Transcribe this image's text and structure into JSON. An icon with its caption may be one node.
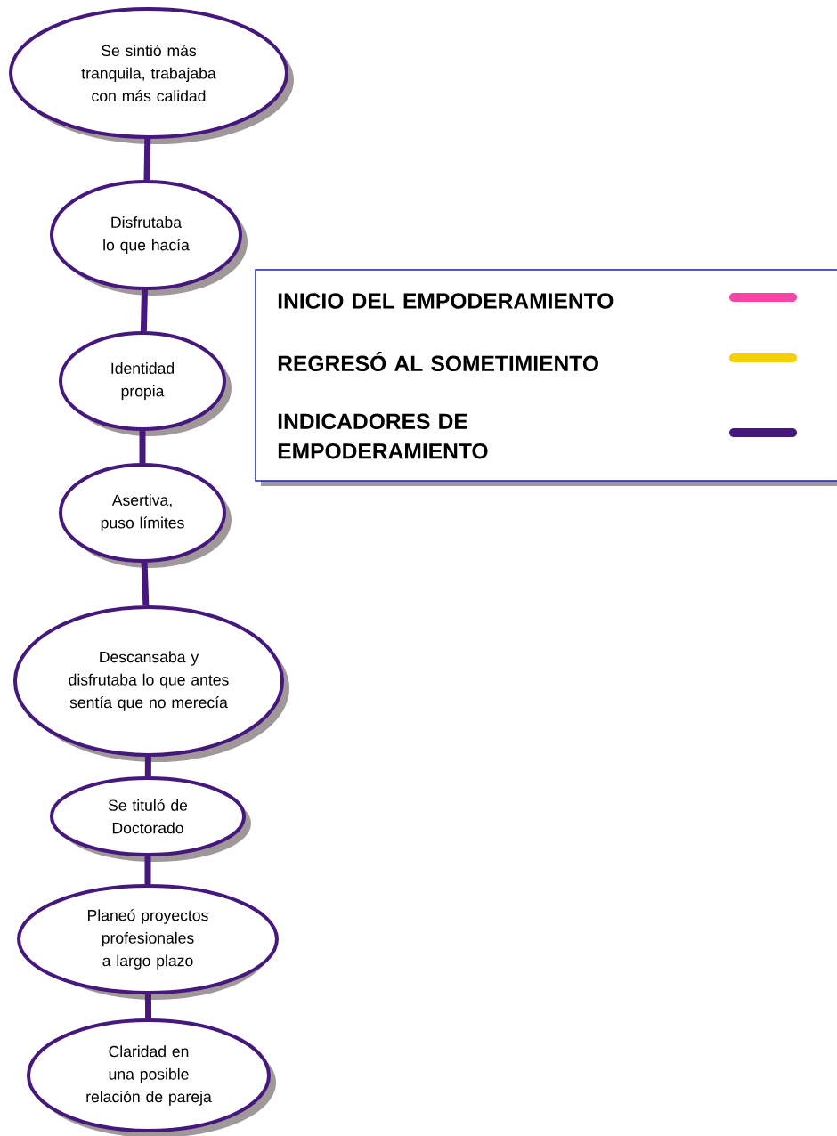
{
  "diagram": {
    "nodes": [
      {
        "text": [
          "Se sintió más tranquila, trabajaba con más calidad"
        ]
      },
      {
        "text": [
          "Disfrutaba lo que hacía"
        ]
      },
      {
        "text": [
          "Identidad propia"
        ]
      },
      {
        "text": [
          "Asertiva, puso límites"
        ]
      },
      {
        "text": [
          "Descansaba y disfrutaba lo que antes sentía que no merecía"
        ]
      },
      {
        "text": [
          "Se tituló de Doctorado"
        ]
      },
      {
        "text": [
          "Planeó proyectos profesionales a largo plazo"
        ]
      },
      {
        "text": [
          "Claridad en una posible relación de pareja"
        ]
      }
    ],
    "edges": [
      {
        "from": 0,
        "to": 1,
        "arrow": "none"
      },
      {
        "from": 1,
        "to": 2,
        "arrow": "none"
      },
      {
        "from": 2,
        "to": 3,
        "arrow": "none"
      },
      {
        "from": 3,
        "to": 4,
        "arrow": "none"
      },
      {
        "from": 4,
        "to": 5,
        "arrow": "none"
      },
      {
        "from": 5,
        "to": 6,
        "arrow": "none"
      },
      {
        "from": 6,
        "to": 7,
        "arrow": "none"
      }
    ],
    "legend": [
      {
        "text": "INICIO DEL EMPODERAMIENTO",
        "color": "#f545a5"
      },
      {
        "text": "REGRESÓ AL SOMETIMIENTO",
        "color": "#f5d000"
      },
      {
        "text": "INDICADORES DE EMPODERAMIENTO",
        "color": "#45187d"
      }
    ]
  }
}
